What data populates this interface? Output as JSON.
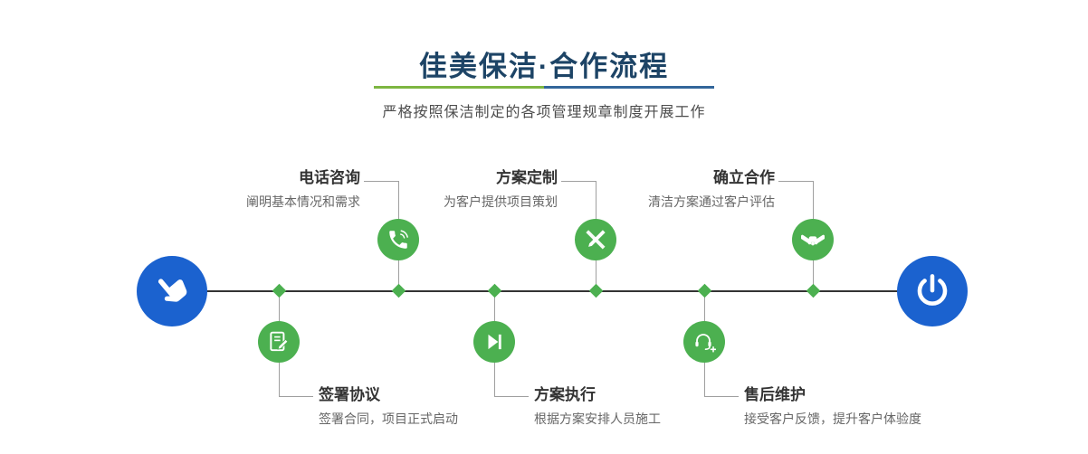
{
  "header": {
    "title": "佳美保洁·合作流程",
    "subtitle": "严格按照保洁制定的各项管理规章制度开展工作"
  },
  "steps_top": [
    {
      "title": "电话咨询",
      "desc": "阐明基本情况和需求",
      "icon": "phone-icon"
    },
    {
      "title": "方案定制",
      "desc": "为客户提供项目策划",
      "icon": "design-tools-icon"
    },
    {
      "title": "确立合作",
      "desc": "清洁方案通过客户评估",
      "icon": "handshake-icon"
    }
  ],
  "steps_bottom": [
    {
      "title": "签署协议",
      "desc": "签署合同，项目正式启动",
      "icon": "contract-icon"
    },
    {
      "title": "方案执行",
      "desc": "根据方案安排人员施工",
      "icon": "play-next-icon"
    },
    {
      "title": "售后维护",
      "desc": "接受客户反馈，提升客户体验度",
      "icon": "headset-icon"
    }
  ],
  "timeline": {
    "start_icon": "hand-pointer-icon",
    "end_icon": "power-icon"
  },
  "colors": {
    "accent_green": "#4cb050",
    "accent_blue": "#1b62cf",
    "title_navy": "#1d4466",
    "divider_green": "#7db641",
    "divider_blue": "#33669a",
    "timeline_dark": "#333333",
    "connector_gray": "#9f9f9f"
  }
}
